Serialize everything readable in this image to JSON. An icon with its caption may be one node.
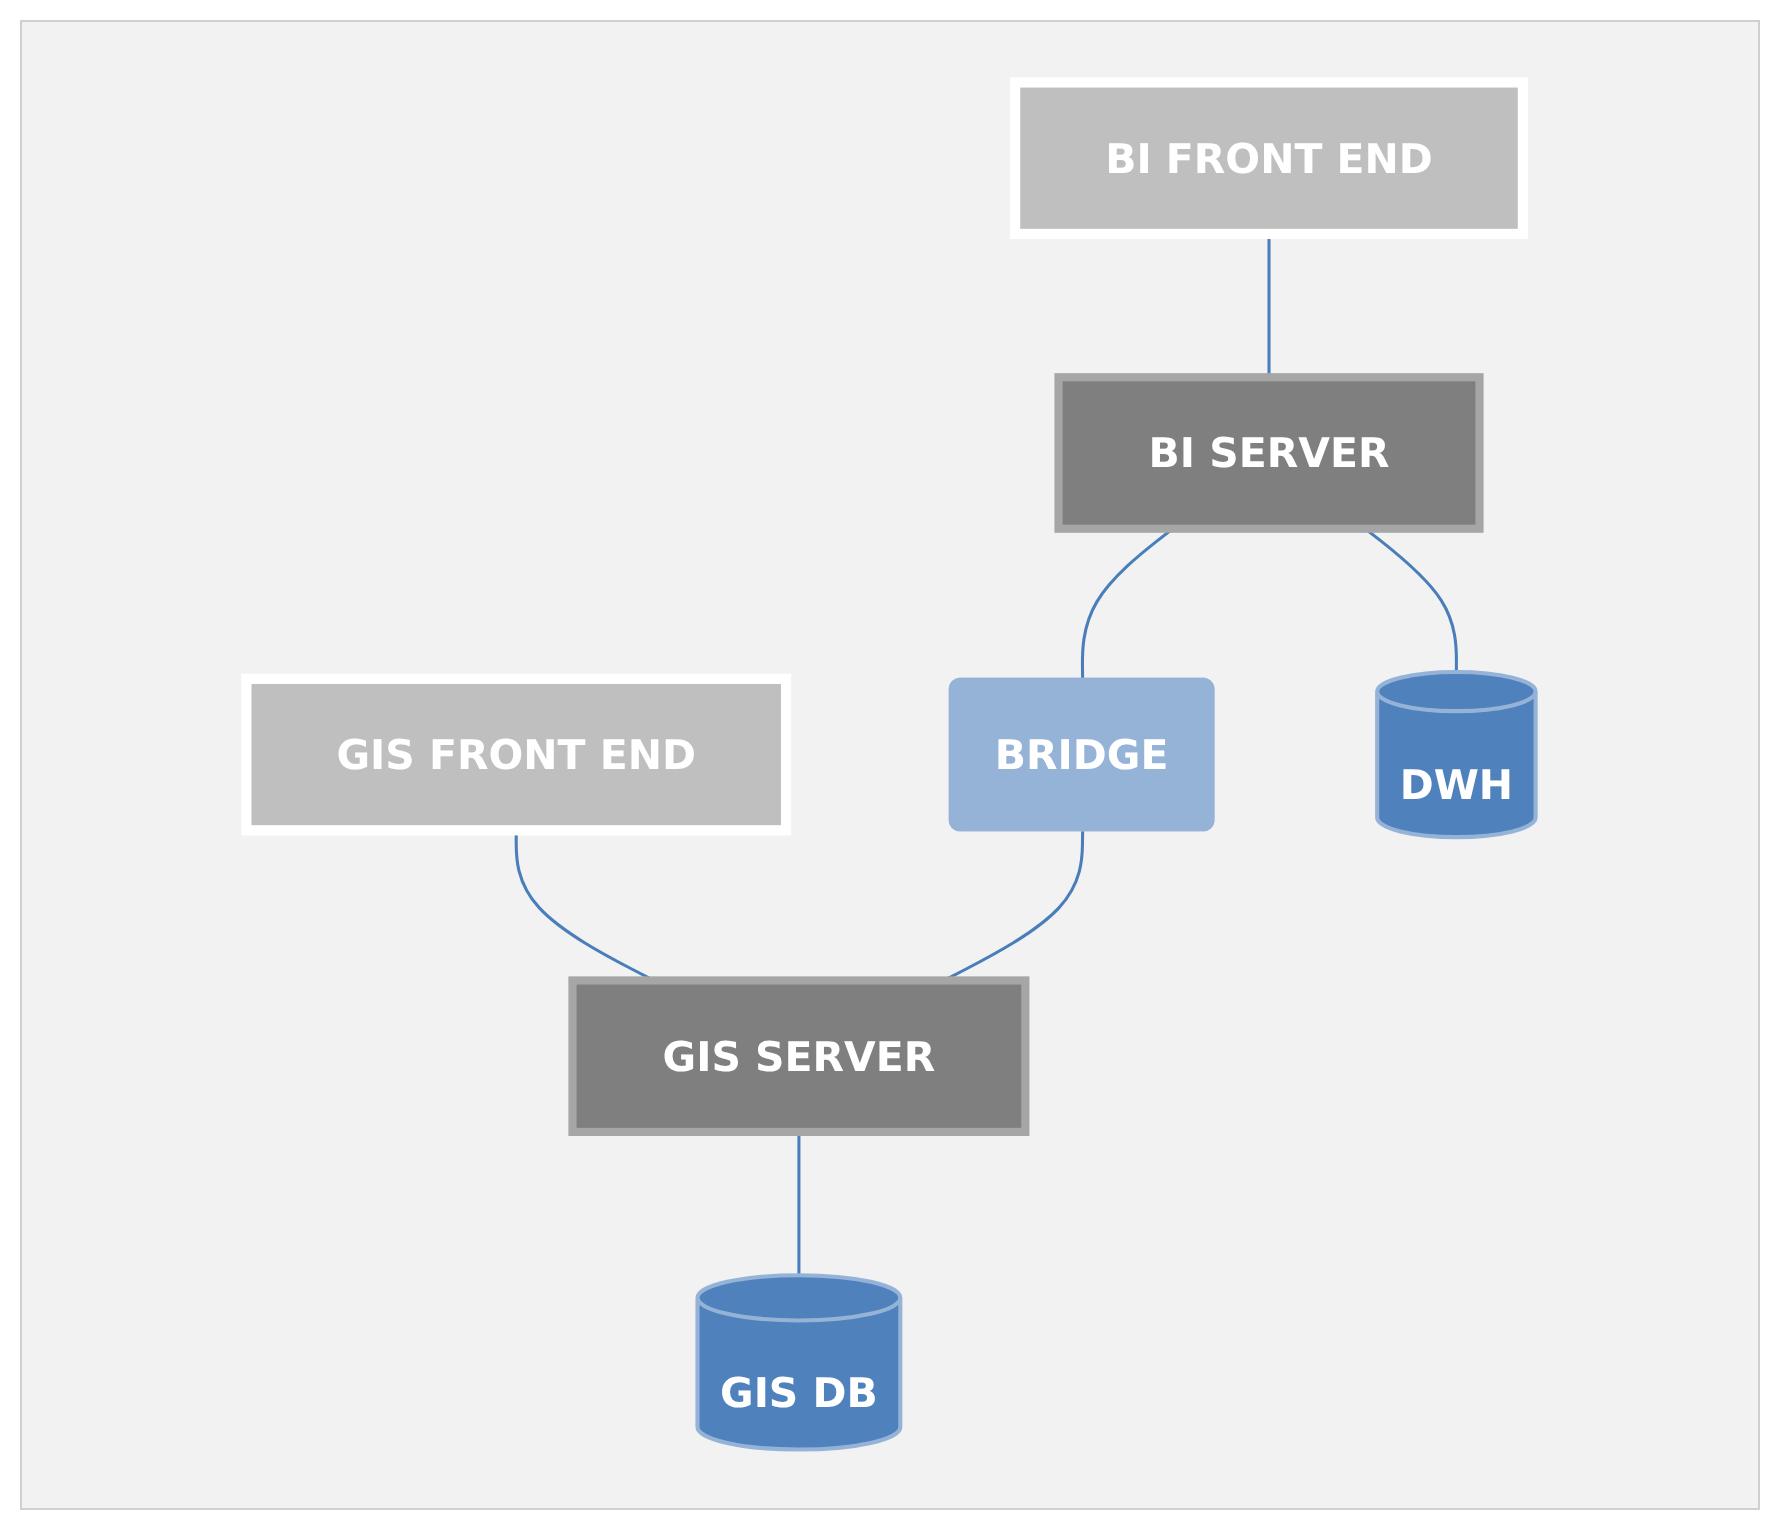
{
  "diagram": {
    "nodes": [
      {
        "text": [
          "BI FRONT END"
        ]
      },
      {
        "text": [
          "GIS FRONT END"
        ]
      },
      {
        "text": [
          "BI SERVER"
        ]
      },
      {
        "text": [
          "BRIDGE"
        ]
      },
      {
        "text": [
          "GIS SERVER"
        ]
      },
      {
        "text": [
          "DWH"
        ]
      },
      {
        "text": [
          "GIS DB"
        ]
      }
    ],
    "edges": [
      {
        "from": 0,
        "to": 2,
        "arrow": "none"
      },
      {
        "from": 1,
        "to": 4,
        "arrow": "none"
      },
      {
        "from": 2,
        "to": 3,
        "arrow": "none"
      },
      {
        "from": 3,
        "to": 4,
        "arrow": "none"
      },
      {
        "from": 2,
        "to": 5,
        "arrow": "none"
      },
      {
        "from": 4,
        "to": 6,
        "arrow": "none"
      }
    ]
  }
}
